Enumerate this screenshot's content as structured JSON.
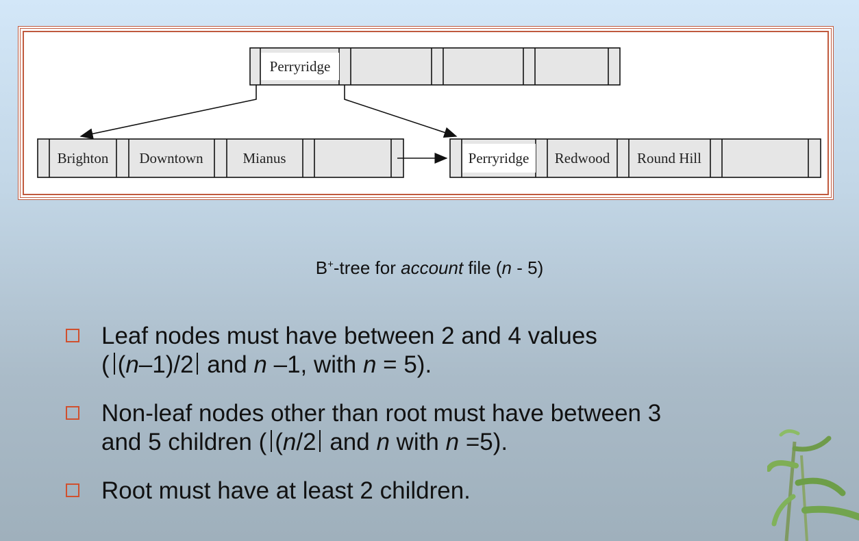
{
  "diagram": {
    "root_node": {
      "keys": [
        "Perryridge",
        "",
        "",
        ""
      ]
    },
    "leaf_nodes": [
      {
        "keys": [
          "Brighton",
          "Downtown",
          "Mianus",
          ""
        ]
      },
      {
        "keys": [
          "Perryridge",
          "Redwood",
          "Round Hill",
          ""
        ]
      }
    ]
  },
  "caption": {
    "b": "B",
    "sup": "+",
    "tree_for": "-tree for ",
    "account": "account",
    "file": " file (",
    "n": "n",
    "rest": " - 5)"
  },
  "bullets": [
    {
      "line1": "Leaf nodes must have between 2 and 4 values",
      "l2a": "(",
      "l2b": "(",
      "l2n": "n",
      "l2c": "–1)/2",
      "l2d": " and ",
      "l2n2": "n",
      "l2e": " –1, with ",
      "l2n3": "n",
      "l2f": " = 5)."
    },
    {
      "line1": "Non-leaf nodes other than root must have between 3",
      "l2a": "and 5 children (",
      "l2b": "(",
      "l2n": "n",
      "l2c": "/2",
      "l2d": " and ",
      "l2n2": "n",
      "l2e": " with ",
      "l2n3": "n",
      "l2f": " =5)."
    },
    {
      "line1": "Root must have at least 2 children."
    }
  ],
  "colors": {
    "frame": "#c05a3e",
    "bullet_box": "#d0502e",
    "node_fill": "#e6e6e6"
  },
  "icons": [
    "checkbox-bullet-icon",
    "bamboo-decoration-icon"
  ]
}
